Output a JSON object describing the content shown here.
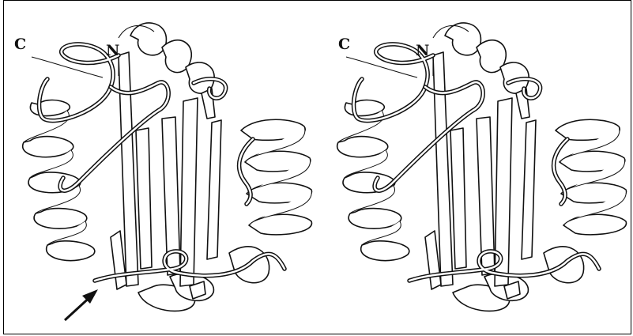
{
  "figure": {
    "left_panel": {
      "c_terminus_label": "C",
      "n_terminus_label": "N"
    },
    "right_panel": {
      "c_terminus_label": "C",
      "n_terminus_label": "N"
    }
  }
}
